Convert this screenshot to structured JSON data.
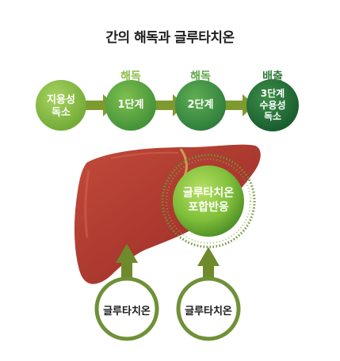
{
  "title": "간의 해독과 글루타치온",
  "stages": {
    "s1": "해독",
    "s2": "해독",
    "s3": "배출"
  },
  "nodes": {
    "n0": [
      "지용성",
      "독소"
    ],
    "n1": "1단계",
    "n2": "2단계",
    "n3": [
      "3단계",
      "수용성",
      "독소"
    ]
  },
  "reaction": [
    "글루타치온",
    "포합반응"
  ],
  "inputs": {
    "left": "글루타치온",
    "right": "글루타치온"
  },
  "colors": {
    "green_light": "#84ba3f",
    "green_mid": "#4f9a3a",
    "green_dark": "#1f6a35",
    "arrow": "#7d9a2f",
    "liver": "#a8332b",
    "liver_light": "#c4473a",
    "label_light": "#8bbd48",
    "label_dark": "#3f8a3e",
    "ring": "#74913a"
  }
}
